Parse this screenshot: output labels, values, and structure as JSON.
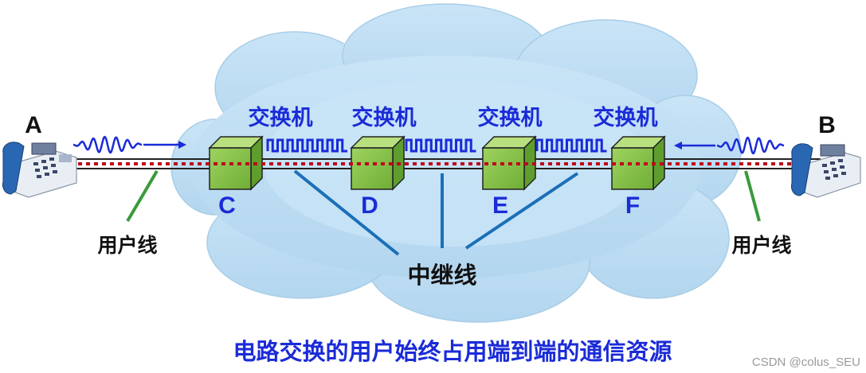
{
  "endpoints": {
    "left": {
      "label": "A"
    },
    "right": {
      "label": "B"
    }
  },
  "switches": [
    {
      "title": "交换机",
      "node": "C"
    },
    {
      "title": "交换机",
      "node": "D"
    },
    {
      "title": "交换机",
      "node": "E"
    },
    {
      "title": "交换机",
      "node": "F"
    }
  ],
  "labels": {
    "user_line_left": "用户线",
    "user_line_right": "用户线",
    "trunk_line": "中继线"
  },
  "caption": "电路交换的用户始终占用端到端的通信资源",
  "watermark": "CSDN @colus_SEU",
  "colors": {
    "cloud": "#bcdcf2",
    "cloud_inner": "#cbe6f8",
    "switch_green": "#8bc850",
    "label_blue": "#1a2bd8",
    "trunk_blue": "#1b6fb8",
    "user_line_green": "#3a9a3a",
    "circuit_red": "#c0001a",
    "signal_blue": "#1a2bd8"
  },
  "icons": {
    "telephone": "telephone-icon",
    "cube": "switch-cube-icon",
    "waveform": "signal-wave-icon"
  }
}
